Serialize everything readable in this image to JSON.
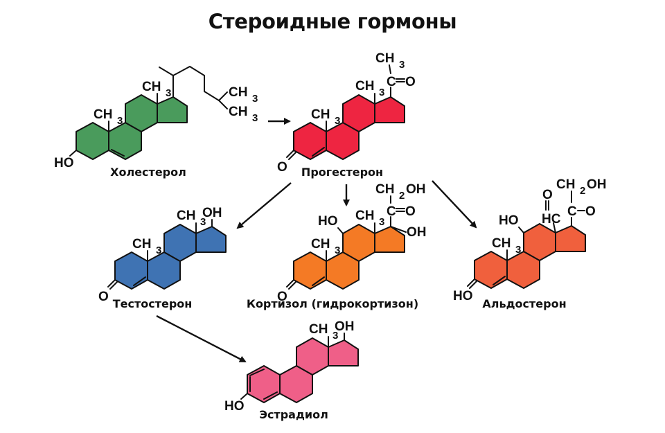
{
  "title": "Стероидные гормоны",
  "molecules": [
    {
      "id": "cholesterol",
      "name": "Холестерол",
      "color": "#4a9b5c",
      "ring_a": "cyclohexanol",
      "substituents": [
        "HO",
        "CH3",
        "CH3",
        "CH3",
        "CH3"
      ]
    },
    {
      "id": "progesterone",
      "name": "Прогестерон",
      "color": "#ee2541",
      "ring_a": "enone",
      "substituents": [
        "O",
        "CH3",
        "CH3",
        "CH3",
        "C=O"
      ]
    },
    {
      "id": "testosterone",
      "name": "Тестостерон",
      "color": "#3f73b3",
      "ring_a": "enone",
      "substituents": [
        "O",
        "CH3",
        "CH3",
        "OH"
      ]
    },
    {
      "id": "cortisol",
      "name": "Кортизол (гидрокортизон)",
      "color": "#f47a25",
      "ring_a": "enone",
      "substituents": [
        "O",
        "HO",
        "CH3",
        "CH3",
        "CH2OH",
        "C=O",
        "OH"
      ]
    },
    {
      "id": "aldosterone",
      "name": "Альдостерон",
      "color": "#f0603d",
      "ring_a": "enone",
      "substituents": [
        "HO",
        "HO",
        "CH3",
        "HC",
        "O",
        "CH2OH",
        "C-O"
      ]
    },
    {
      "id": "estradiol",
      "name": "Эстрадиол",
      "color": "#ef5f88",
      "ring_a": "aromatic",
      "substituents": [
        "HO",
        "CH3",
        "OH"
      ]
    }
  ],
  "atoms": {
    "HO": "HO",
    "OH": "OH",
    "O": "O",
    "CH": "CH",
    "H": "H",
    "C": "C",
    "HC": "HC",
    "sub3": "3",
    "sub2": "2"
  },
  "pathways": [
    {
      "from": "Холестерол",
      "to": "Прогестерон"
    },
    {
      "from": "Прогестерон",
      "to": "Тестостерон"
    },
    {
      "from": "Прогестерон",
      "to": "Кортизол (гидрокортизон)"
    },
    {
      "from": "Прогестерон",
      "to": "Альдостерон"
    },
    {
      "from": "Тестостерон",
      "to": "Эстрадиол"
    }
  ]
}
